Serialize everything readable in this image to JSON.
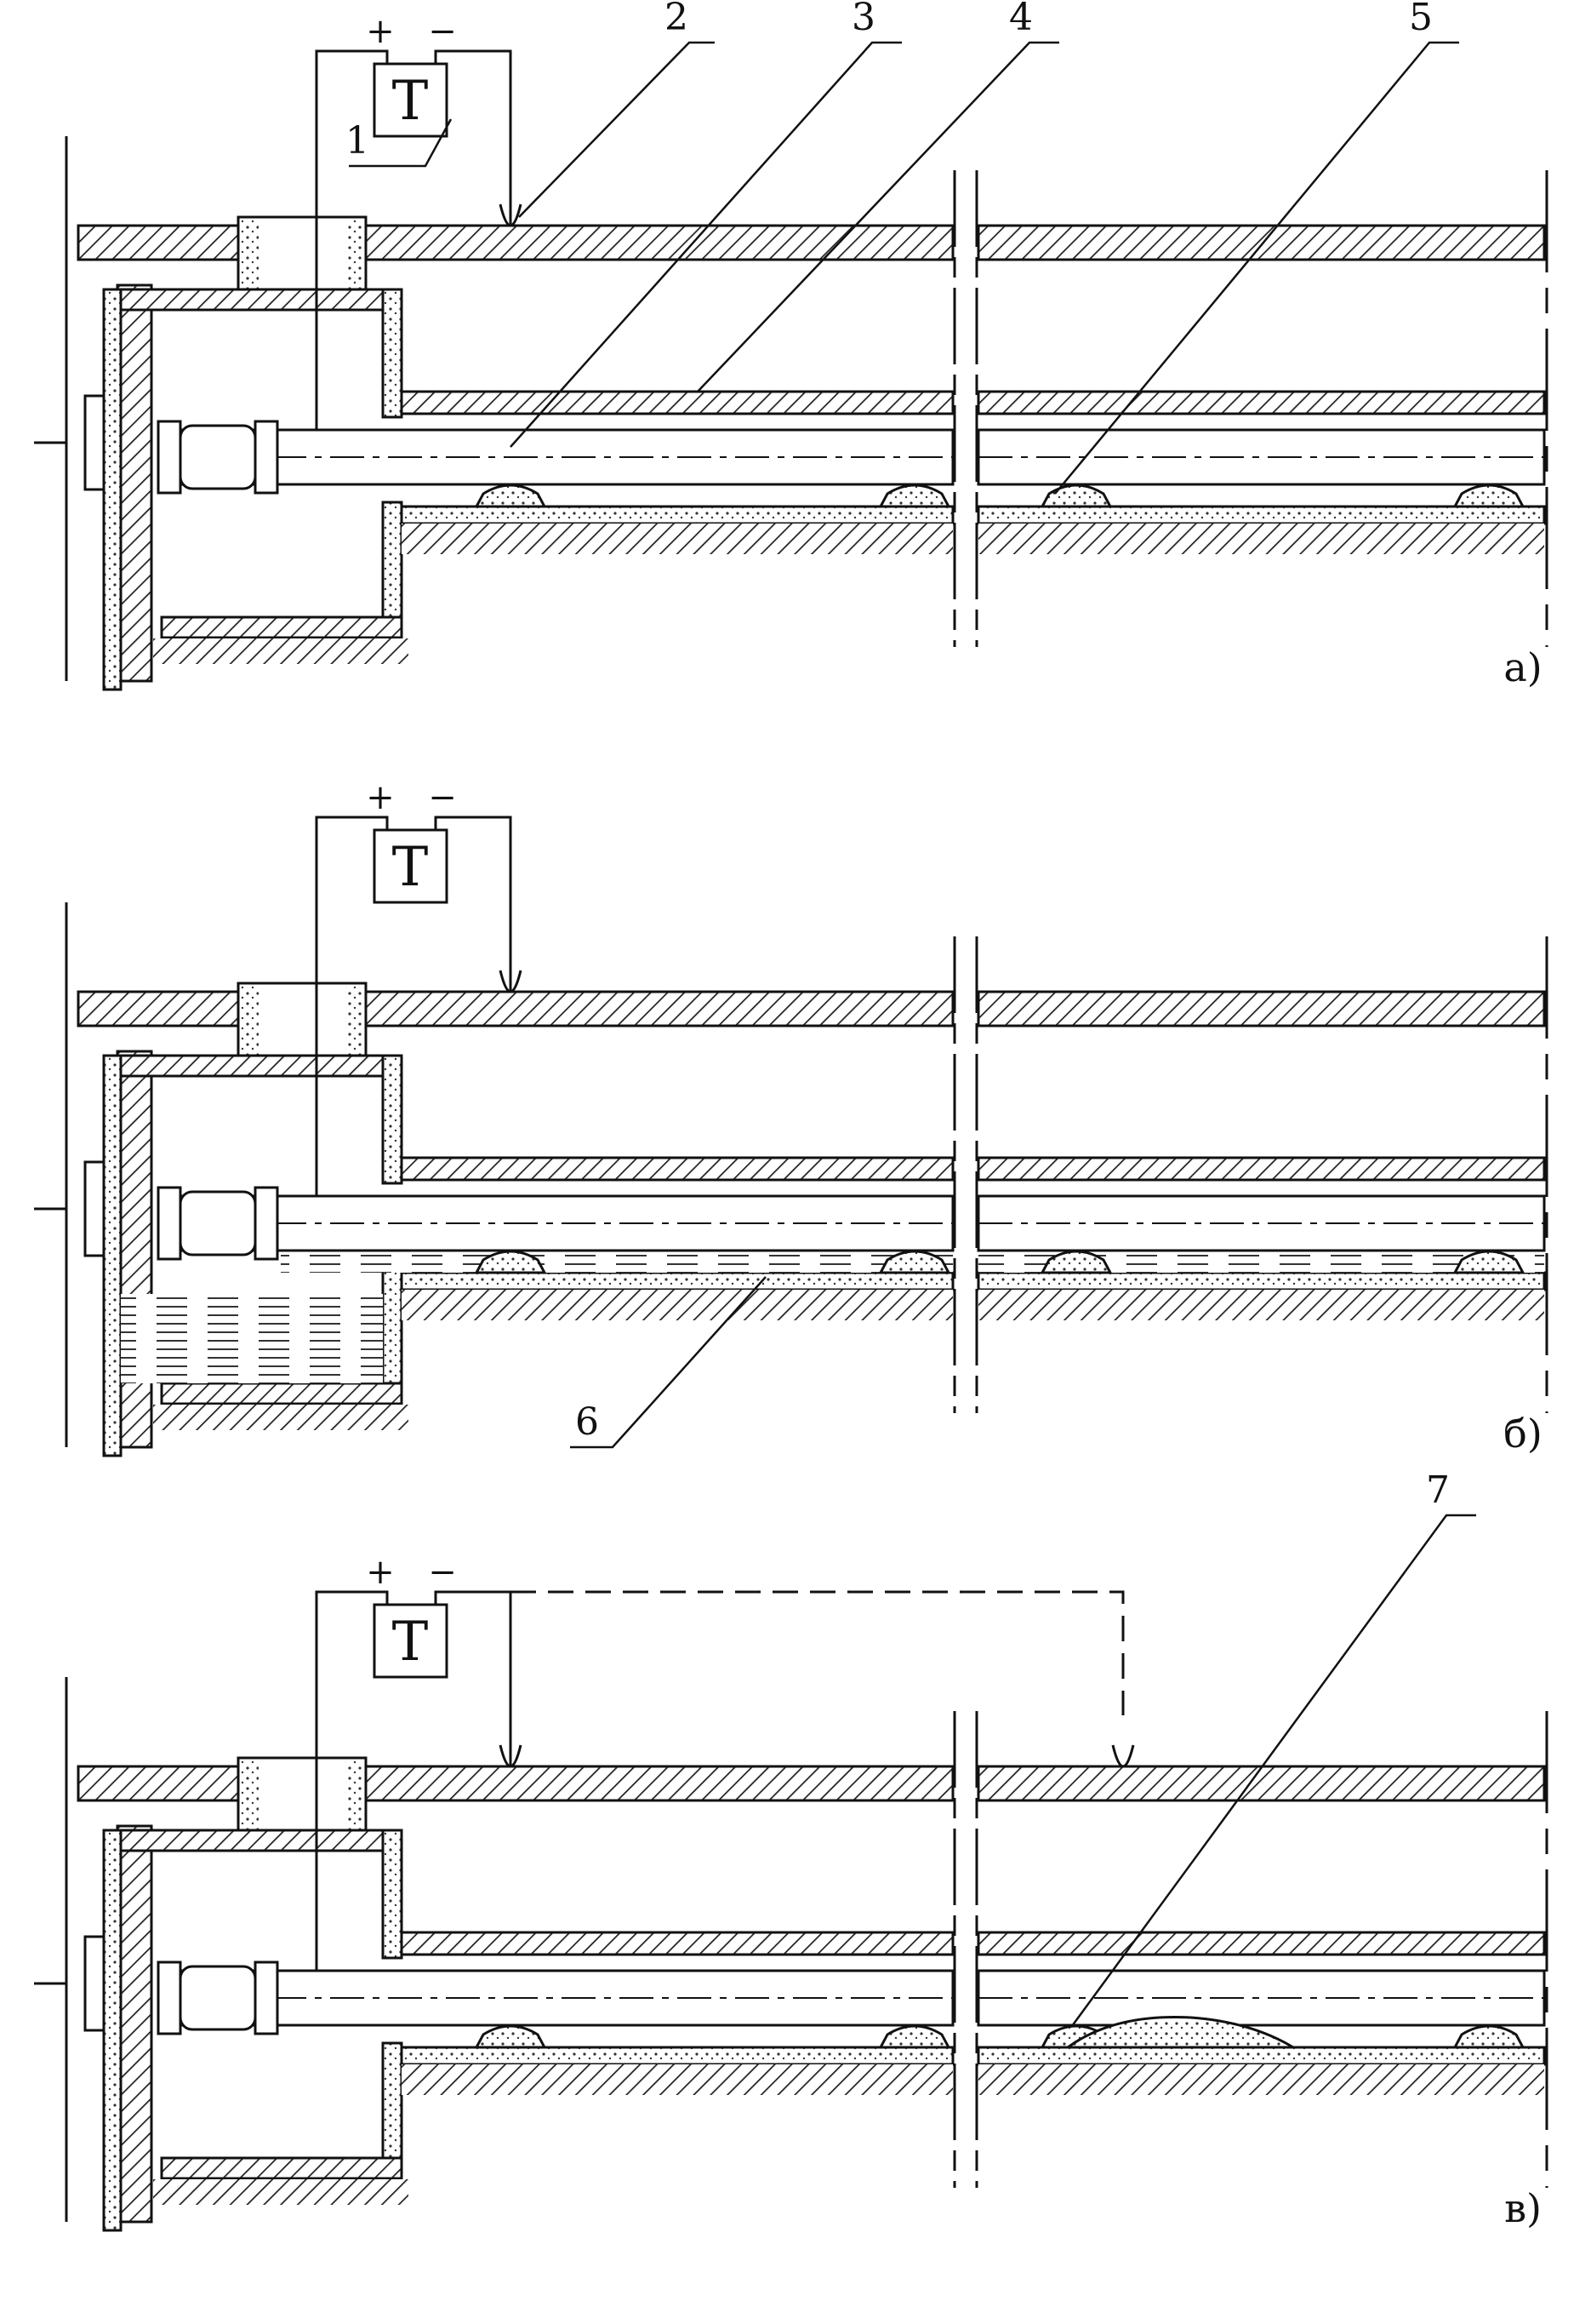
{
  "panels": [
    {
      "sublabel": "а)",
      "meter_polarity": [
        "+",
        "−"
      ],
      "meter_glyph": "Т",
      "callouts": [
        {
          "text": "1"
        },
        {
          "text": "2"
        },
        {
          "text": "3"
        },
        {
          "text": "4"
        },
        {
          "text": "5"
        }
      ],
      "variant": "dry"
    },
    {
      "sublabel": "б)",
      "meter_polarity": [
        "+",
        "−"
      ],
      "meter_glyph": "Т",
      "callouts": [
        {
          "text": "6"
        }
      ],
      "variant": "water"
    },
    {
      "sublabel": "в)",
      "meter_polarity": [
        "+",
        "−"
      ],
      "meter_glyph": "Т",
      "callouts": [
        {
          "text": "7"
        }
      ],
      "variant": "soil"
    }
  ]
}
